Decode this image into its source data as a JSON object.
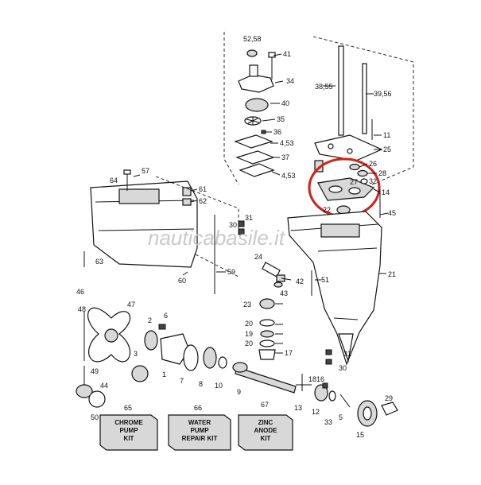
{
  "watermark": "nauticabasile.it",
  "callouts": {
    "c52_58": "52,58",
    "c41": "41",
    "c34": "34",
    "c40": "40",
    "c35": "35",
    "c36": "36",
    "c4_53a": "4,53",
    "c37": "37",
    "c4_53b": "4,53",
    "c38_55": "38,55",
    "c39_56": "39,56",
    "c11": "11",
    "c25": "25",
    "c26": "26",
    "c28": "28",
    "c27": "27",
    "c32": "32",
    "c14": "14",
    "c22": "22",
    "c45": "45",
    "c64": "64",
    "c57": "57",
    "c61": "61",
    "c62": "62",
    "c31a": "31",
    "c30a": "30",
    "c63": "63",
    "c60": "60",
    "c59": "59",
    "c24": "24",
    "c42": "42",
    "c43": "43",
    "c51": "51",
    "c21": "21",
    "c46": "46",
    "c47": "47",
    "c48": "48",
    "c2": "2",
    "c6": "6",
    "c3": "3",
    "c1": "1",
    "c7": "7",
    "c8": "8",
    "c10": "10",
    "c23": "23",
    "c20a": "20",
    "c19": "19",
    "c20b": "20",
    "c17": "17",
    "c18": "18",
    "c9": "9",
    "c13": "13",
    "c31b": "31",
    "c30b": "30",
    "c49": "49",
    "c44": "44",
    "c50": "50",
    "c12": "12",
    "c33": "33",
    "c5": "5",
    "c29": "29",
    "c15": "15",
    "c16": "16",
    "c65": "65",
    "c66": "66",
    "c67": "67"
  },
  "kits": {
    "chrome": {
      "line1": "CHROME",
      "line2": "PUMP",
      "line3": "KIT"
    },
    "water": {
      "line1": "WATER",
      "line2": "PUMP",
      "line3": "REPAIR KIT"
    },
    "zinc": {
      "line1": "ZINC",
      "line2": "ANODE",
      "line3": "KIT"
    }
  },
  "colors": {
    "highlight": "#d0211a",
    "ink": "#111111",
    "watermark": "#c9c9c9"
  }
}
